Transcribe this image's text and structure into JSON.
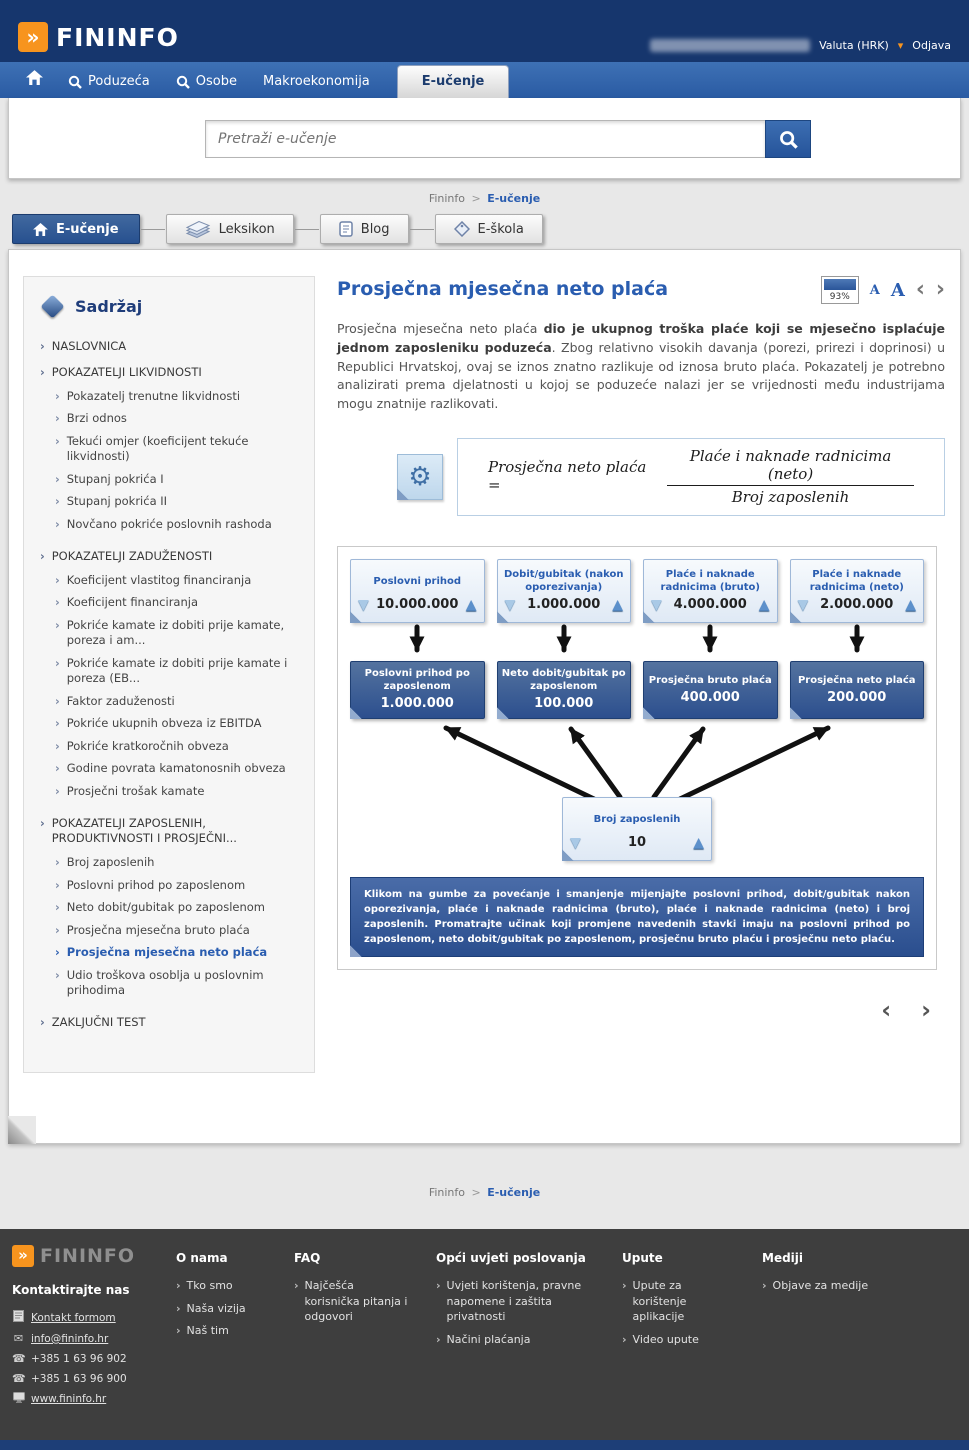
{
  "icons": {
    "logo_arrow": "»",
    "chevron_down": "▾",
    "item_arrow": "›",
    "prev": "‹",
    "next": "›",
    "increase": "▲",
    "decrease": "▼",
    "gears": "⚙",
    "mail": "✉",
    "phone": "☎"
  },
  "header": {
    "logo_text": "FININFO",
    "currency_label": "Valuta (HRK)",
    "logout_label": "Odjava"
  },
  "nav": {
    "items": [
      "Poduzeća",
      "Osobe",
      "Makroekonomija"
    ],
    "active_tab": "E-učenje"
  },
  "search": {
    "placeholder": "Pretraži e-učenje"
  },
  "breadcrumb": {
    "root": "Fininfo",
    "sep": ">",
    "current": "E-učenje"
  },
  "tabs": [
    "E-učenje",
    "Leksikon",
    "Blog",
    "E-škola"
  ],
  "sidebar": {
    "title": "Sadržaj",
    "active_item": "Prosječna mjesečna neto plaća",
    "sections": [
      {
        "label": "NASLOVNICA",
        "items": []
      },
      {
        "label": "POKAZATELJI LIKVIDNOSTI",
        "items": [
          "Pokazatelj trenutne likvidnosti",
          "Brzi odnos",
          "Tekući omjer (koeficijent tekuće likvidnosti)",
          "Stupanj pokrića I",
          "Stupanj pokrića II",
          "Novčano pokriće poslovnih rashoda"
        ]
      },
      {
        "label": "POKAZATELJI ZADUŽENOSTI",
        "items": [
          "Koeficijent vlastitog financiranja",
          "Koeficijent financiranja",
          "Pokriće kamate iz dobiti prije kamate, poreza i am...",
          "Pokriće kamate iz dobiti prije kamate i poreza (EB...",
          "Faktor zaduženosti",
          "Pokriće ukupnih obveza iz EBITDA",
          "Pokriće kratkoročnih obveza",
          "Godine povrata kamatonosnih obveza",
          "Prosječni trošak kamate"
        ]
      },
      {
        "label": "POKAZATELJI ZAPOSLENIH, PRODUKTIVNOSTI I PROSJEČNI...",
        "items": [
          "Broj zaposlenih",
          "Poslovni prihod po zaposlenom",
          "Neto dobit/gubitak po zaposlenom",
          "Prosječna mjesečna bruto plaća",
          "Prosječna mjesečna neto plaća",
          "Udio troškova osoblja u poslovnim prihodima"
        ]
      },
      {
        "label": "ZAKLJUČNI TEST",
        "items": []
      }
    ]
  },
  "article": {
    "title": "Prosječna mjesečna neto plaća",
    "controls": {
      "zoom": "93%",
      "font_small": "A",
      "font_large": "A"
    },
    "intro": {
      "lead": "Prosječna mjesečna neto plaća ",
      "bold": "dio je ukupnog troška plaće koji se mjesečno isplaćuje jednom zaposleniku poduzeća",
      "rest": ". Zbog relativno visokih davanja (porezi, prirezi i doprinosi) u Republici Hrvatskoj, ovaj se iznos znatno razlikuje od iznosa bruto plaća. Pokazatelj je potrebno analizirati prema djelatnosti u kojoj se poduzeće nalazi jer se vrijednosti među industrijama mogu znatnije razlikovati."
    },
    "formula": {
      "lhs": "Prosječna neto plaća =",
      "numerator": "Plaće i naknade radnicima (neto)",
      "denominator": "Broj zaposlenih"
    }
  },
  "diagram": {
    "inputs": [
      {
        "label": "Poslovni prihod",
        "value": "10.000.000"
      },
      {
        "label": "Dobit/gubitak (nakon oporezivanja)",
        "value": "1.000.000"
      },
      {
        "label": "Plaće i naknade radnicima (bruto)",
        "value": "4.000.000"
      },
      {
        "label": "Plaće i naknade radnicima (neto)",
        "value": "2.000.000"
      }
    ],
    "outputs": [
      {
        "label": "Poslovni prihod po zaposlenom",
        "value": "1.000.000"
      },
      {
        "label": "Neto dobit/gubitak po zaposlenom",
        "value": "100.000"
      },
      {
        "label": "Prosječna bruto plaća",
        "value": "400.000"
      },
      {
        "label": "Prosječna neto plaća",
        "value": "200.000"
      }
    ],
    "employees": {
      "label": "Broj zaposlenih",
      "value": "10"
    },
    "note": "Klikom na gumbe za povećanje i smanjenje mijenjajte poslovni prihod, dobit/gubitak nakon oporezivanja, plaće i naknade radnicima (bruto), plaće i naknade radnicima (neto) i broj zaposlenih. Promatrajte učinak koji promjene navedenih stavki imaju na poslovni prihod po zaposlenom, neto dobit/gubitak po zaposlenom, prosječnu bruto plaću i prosječnu neto plaću."
  },
  "footer": {
    "logo_text": "FININFO",
    "contact": {
      "title": "Kontaktirajte nas",
      "items": [
        "Kontakt formom",
        "info@fininfo.hr",
        "+385 1 63 96 902",
        "+385 1 63 96 900",
        "www.fininfo.hr"
      ]
    },
    "columns": [
      {
        "title": "O nama",
        "links": [
          "Tko smo",
          "Naša vizija",
          "Naš tim"
        ]
      },
      {
        "title": "FAQ",
        "links": [
          "Najčešća korisnička pitanja i odgovori"
        ]
      },
      {
        "title": "Opći uvjeti poslovanja",
        "links": [
          "Uvjeti korištenja, pravne napomene i zaštita privatnosti",
          "Načini plaćanja"
        ]
      },
      {
        "title": "Upute",
        "links": [
          "Upute za korištenje aplikacije",
          "Video upute"
        ]
      },
      {
        "title": "Mediji",
        "links": [
          "Objave za medije"
        ]
      }
    ]
  },
  "colors": {
    "brand_orange": "#f7941e",
    "header_navy": "#16366d",
    "nav_blue": "#2f64ad",
    "accent_blue": "#2a5db0",
    "box_dark_blue": "#2f5492",
    "footer_gray": "#3e3e3e"
  }
}
